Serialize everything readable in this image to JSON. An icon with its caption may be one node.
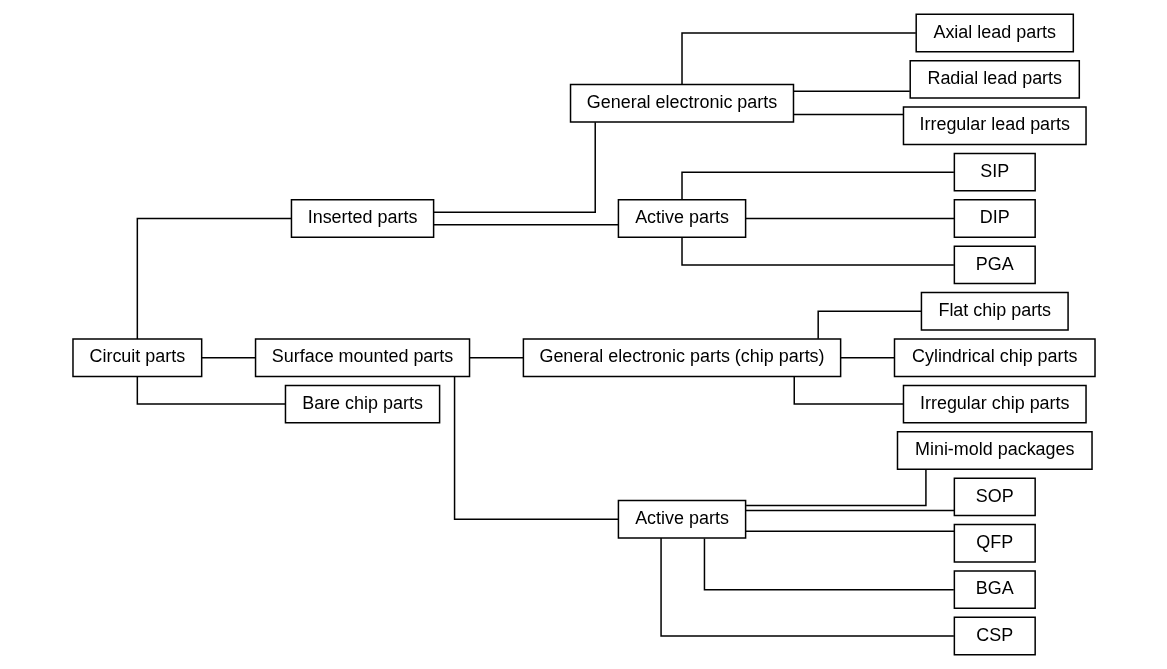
{
  "diagram": {
    "nodes": [
      {
        "text": [
          "Circuit parts"
        ]
      },
      {
        "text": [
          "Inserted parts"
        ]
      },
      {
        "text": [
          "General electronic parts"
        ]
      },
      {
        "text": [
          "Axial lead parts"
        ]
      },
      {
        "text": [
          "Radial lead parts"
        ]
      },
      {
        "text": [
          "Irregular lead parts"
        ]
      },
      {
        "text": [
          "Active parts"
        ]
      },
      {
        "text": [
          "SIP"
        ]
      },
      {
        "text": [
          "DIP"
        ]
      },
      {
        "text": [
          "PGA"
        ]
      },
      {
        "text": [
          "Surface mounted parts"
        ]
      },
      {
        "text": [
          "General electronic parts (chip parts)"
        ]
      },
      {
        "text": [
          "Flat chip parts"
        ]
      },
      {
        "text": [
          "Cylindrical chip parts"
        ]
      },
      {
        "text": [
          "Irregular chip parts"
        ]
      },
      {
        "text": [
          "Active parts"
        ]
      },
      {
        "text": [
          "Mini-mold packages"
        ]
      },
      {
        "text": [
          "SOP"
        ]
      },
      {
        "text": [
          "QFP"
        ]
      },
      {
        "text": [
          "BGA"
        ]
      },
      {
        "text": [
          "CSP"
        ]
      },
      {
        "text": [
          "Bare chip parts"
        ]
      }
    ],
    "edges": [
      {
        "from": 0,
        "to": 1,
        "arrow": "none"
      },
      {
        "from": 1,
        "to": 2,
        "arrow": "none"
      },
      {
        "from": 2,
        "to": 3,
        "arrow": "none"
      },
      {
        "from": 2,
        "to": 4,
        "arrow": "none"
      },
      {
        "from": 2,
        "to": 5,
        "arrow": "none"
      },
      {
        "from": 1,
        "to": 6,
        "arrow": "none"
      },
      {
        "from": 6,
        "to": 7,
        "arrow": "none"
      },
      {
        "from": 6,
        "to": 8,
        "arrow": "none"
      },
      {
        "from": 6,
        "to": 9,
        "arrow": "none"
      },
      {
        "from": 0,
        "to": 10,
        "arrow": "none"
      },
      {
        "from": 10,
        "to": 11,
        "arrow": "none"
      },
      {
        "from": 11,
        "to": 12,
        "arrow": "none"
      },
      {
        "from": 11,
        "to": 13,
        "arrow": "none"
      },
      {
        "from": 11,
        "to": 14,
        "arrow": "none"
      },
      {
        "from": 10,
        "to": 15,
        "arrow": "none"
      },
      {
        "from": 15,
        "to": 16,
        "arrow": "none"
      },
      {
        "from": 15,
        "to": 17,
        "arrow": "none"
      },
      {
        "from": 15,
        "to": 18,
        "arrow": "none"
      },
      {
        "from": 15,
        "to": 19,
        "arrow": "none"
      },
      {
        "from": 15,
        "to": 20,
        "arrow": "none"
      },
      {
        "from": 0,
        "to": 21,
        "arrow": "none"
      }
    ]
  }
}
